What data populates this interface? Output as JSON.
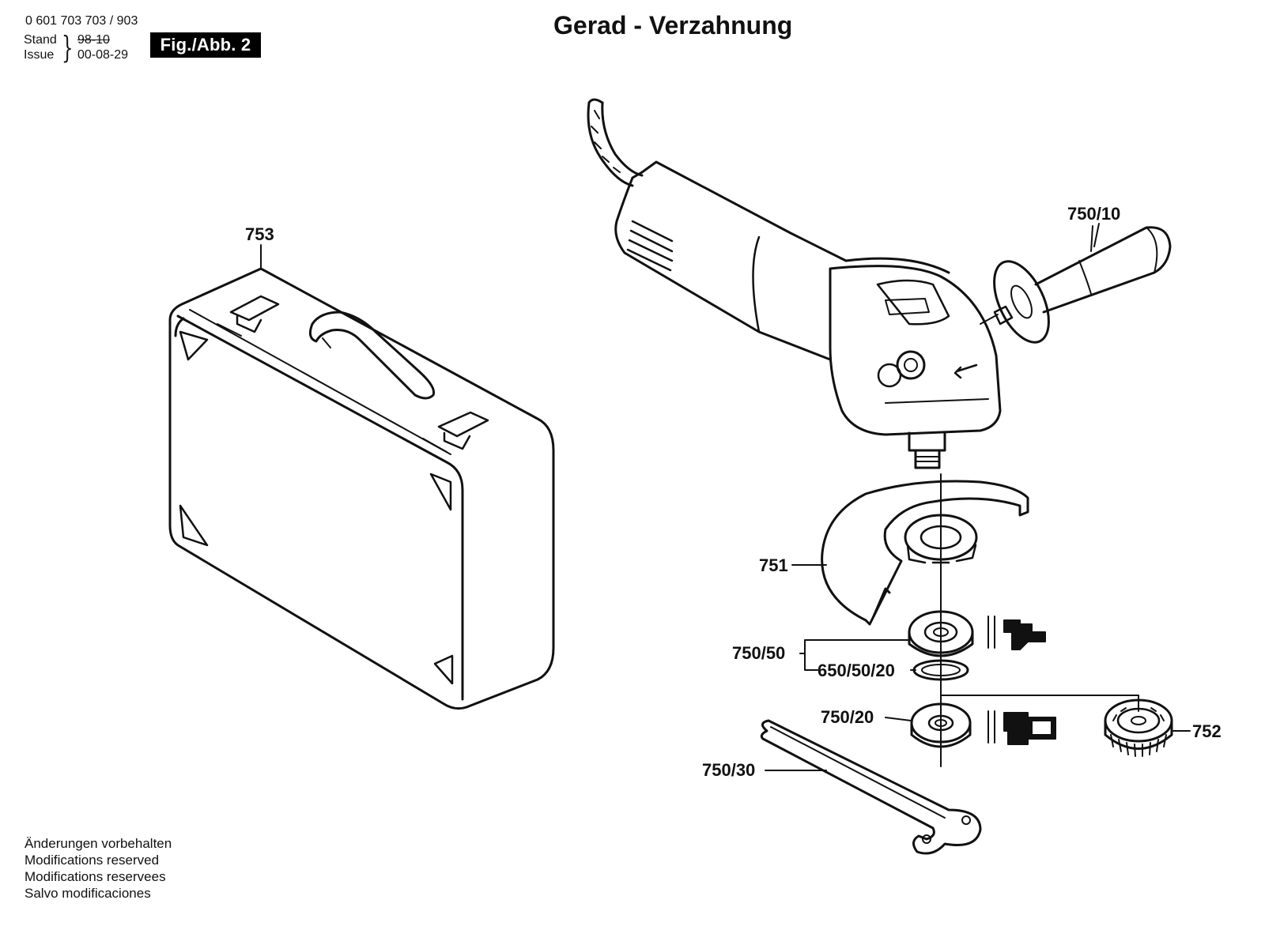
{
  "header": {
    "doc_number": "0 601 703 703 / 903",
    "stand_label": "Stand",
    "issue_label": "Issue",
    "stand_old": "98-10",
    "issue_date": "00-08-29",
    "figure_badge": "Fig./Abb. 2"
  },
  "title": "Gerad - Verzahnung",
  "parts": {
    "p753": "753",
    "p750_10": "750/10",
    "p751": "751",
    "p750_50": "750/50",
    "p650_50_20": "650/50/20",
    "p750_20": "750/20",
    "p752": "752",
    "p750_30": "750/30"
  },
  "footer": {
    "lines": [
      "Änderungen vorbehalten",
      "Modifications reserved",
      "Modifications reservees",
      "Salvo modificaciones"
    ]
  },
  "icons": [
    "tool-case-icon",
    "angle-grinder-icon",
    "side-handle-icon",
    "guard-icon",
    "flange-icon",
    "clamping-nut-icon",
    "quick-nut-icon",
    "spanner-icon"
  ]
}
